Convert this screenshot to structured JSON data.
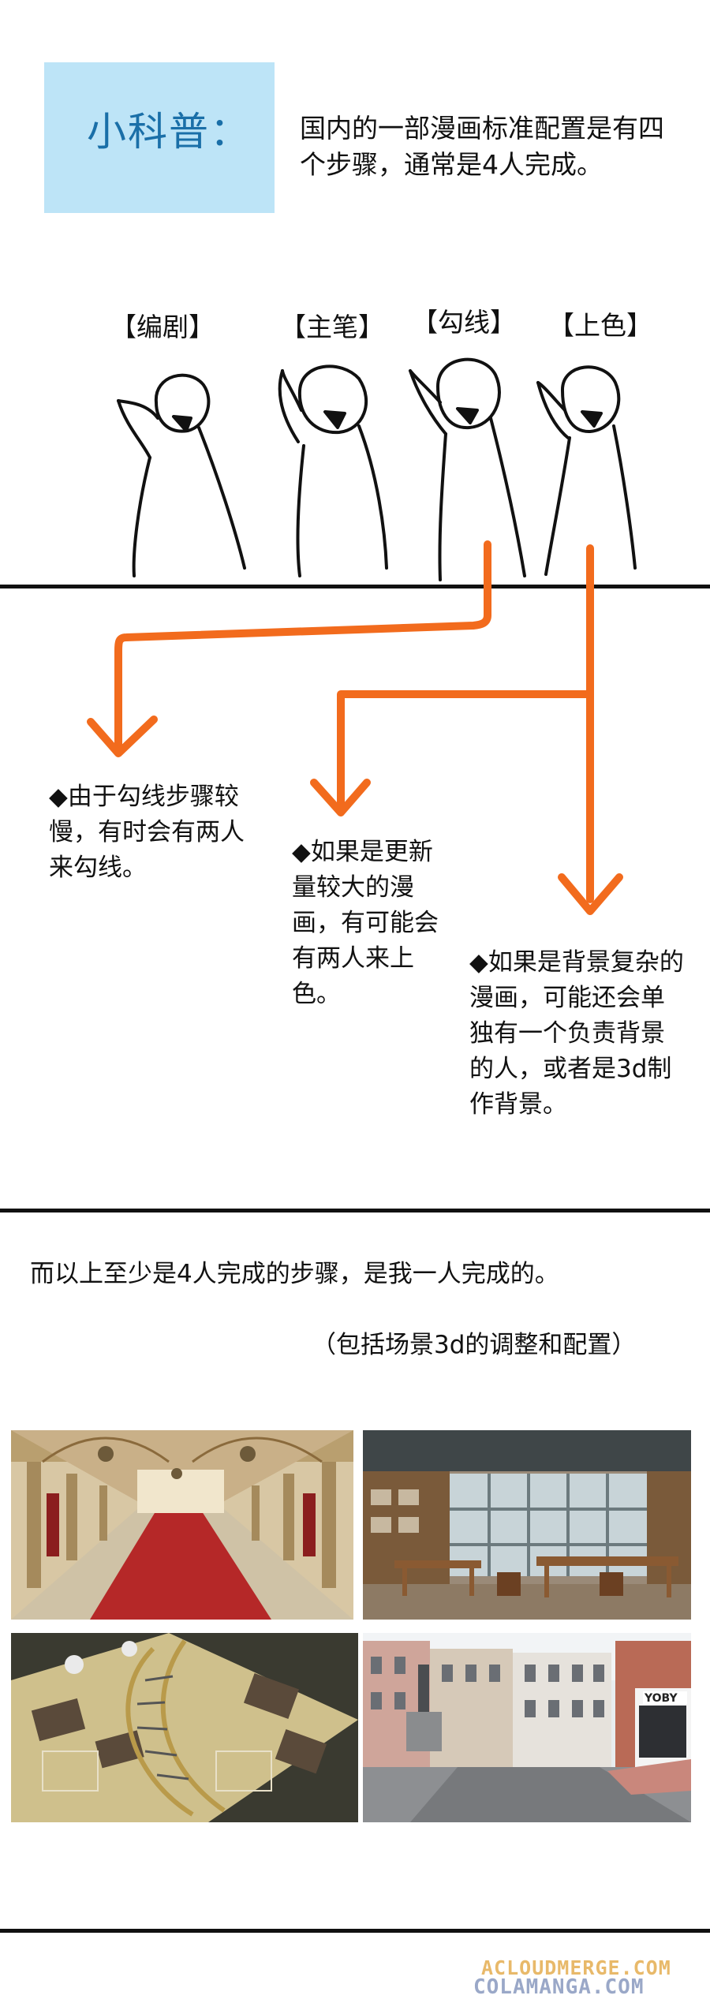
{
  "header": {
    "title": "小科普：",
    "intro": "国内的一部漫画标准配置是有四个步骤，通常是4人完成。"
  },
  "roles": [
    "【编剧】",
    "【主笔】",
    "【勾线】",
    "【上色】"
  ],
  "notes": [
    "◆由于勾线步骤较慢，有时会有两人来勾线。",
    "◆如果是更新量较大的漫画，有可能会有两人来上色。",
    "◆如果是背景复杂的漫画，可能还会单独有一个负责背景的人，或者是3d制作背景。"
  ],
  "summary": {
    "line1": "而以上至少是4人完成的步骤，是我一人完成的。",
    "line2": "（包括场景3d的调整和配置）"
  },
  "scene_sign": "YOBY",
  "watermark": {
    "line1": "ACLOUDMERGE.COM",
    "line2": "COLAMANGA.COM"
  },
  "colors": {
    "title_box": "#bde4f7",
    "title_text": "#1a6fa8",
    "arrow": "#f26b1d",
    "divider": "#111111"
  }
}
